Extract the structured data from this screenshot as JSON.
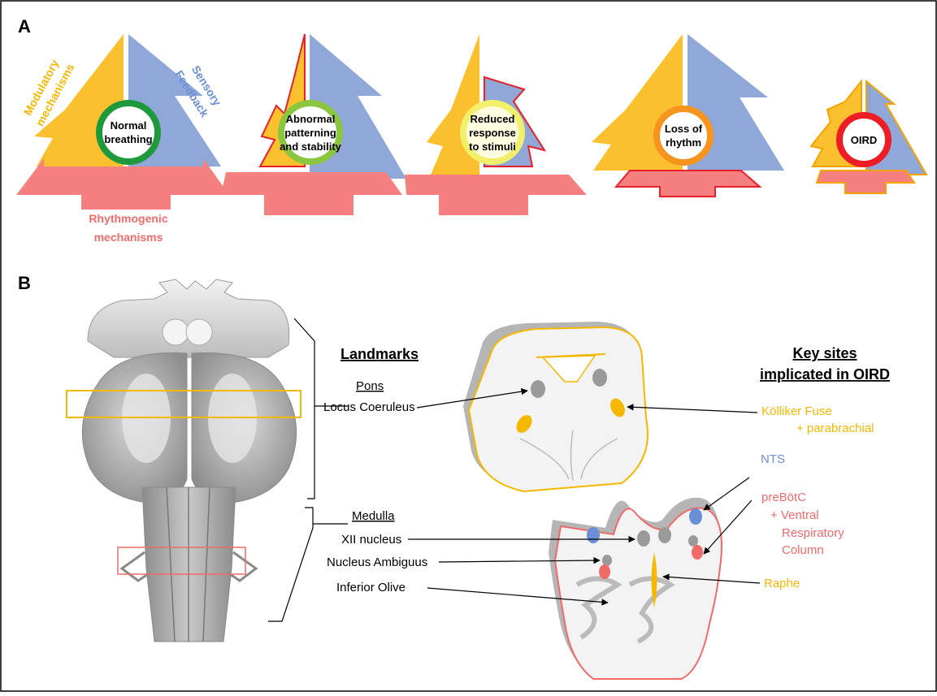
{
  "panel_a": {
    "letter": "A",
    "side_labels": {
      "modulatory": [
        "Modulatory",
        "mechanisms"
      ],
      "sensory": [
        "Sensory",
        "Feedback"
      ],
      "rhythmogenic": [
        "Rhythmogenic",
        "mechanisms"
      ]
    },
    "states": [
      {
        "lines": [
          "Normal",
          "breathing"
        ],
        "ring_color": "#1e9a3c",
        "fill_color": "#ffffff"
      },
      {
        "lines": [
          "Abnormal",
          "patterning",
          "and stability"
        ],
        "ring_color": "#8cc63f",
        "fill_color": "#ffffff"
      },
      {
        "lines": [
          "Reduced",
          "response",
          "to stimuli"
        ],
        "ring_color": "#f2ef6a",
        "fill_color": "#fffde0"
      },
      {
        "lines": [
          "Loss of",
          "rhythm"
        ],
        "ring_color": "#f7941d",
        "fill_color": "#ffffff"
      },
      {
        "lines": [
          "OIRD"
        ],
        "ring_color": "#ee1c25",
        "fill_color": "#ffffff"
      }
    ],
    "colors": {
      "modulatory": "#fbc02d",
      "sensory": "#8fa8d8",
      "rhythmogenic": "#f48080",
      "stress_outline": "#e8202a"
    }
  },
  "panel_b": {
    "letter": "B",
    "landmarks_heading": "Landmarks",
    "pons_heading": "Pons",
    "medulla_heading": "Medulla",
    "landmarks": {
      "locus_coeruleus": "Locus Coeruleus",
      "xii_nucleus": "XII nucleus",
      "nucleus_ambiguus": "Nucleus Ambiguus",
      "inferior_olive": "Inferior Olive"
    },
    "sites_heading": [
      "Key sites",
      "implicated in OIRD"
    ],
    "sites": {
      "kolliker": [
        "Kölliker Fuse",
        "+ parabrachial"
      ],
      "nts": "NTS",
      "prebotc": [
        "preBötC",
        "+ Ventral",
        "Respiratory",
        "Column"
      ],
      "raphe": "Raphe"
    },
    "colors": {
      "yellow": "#f5b800",
      "blue": "#6b8fd6",
      "red": "#f06a6a",
      "gray_nucleus": "#9a9a9a"
    }
  }
}
